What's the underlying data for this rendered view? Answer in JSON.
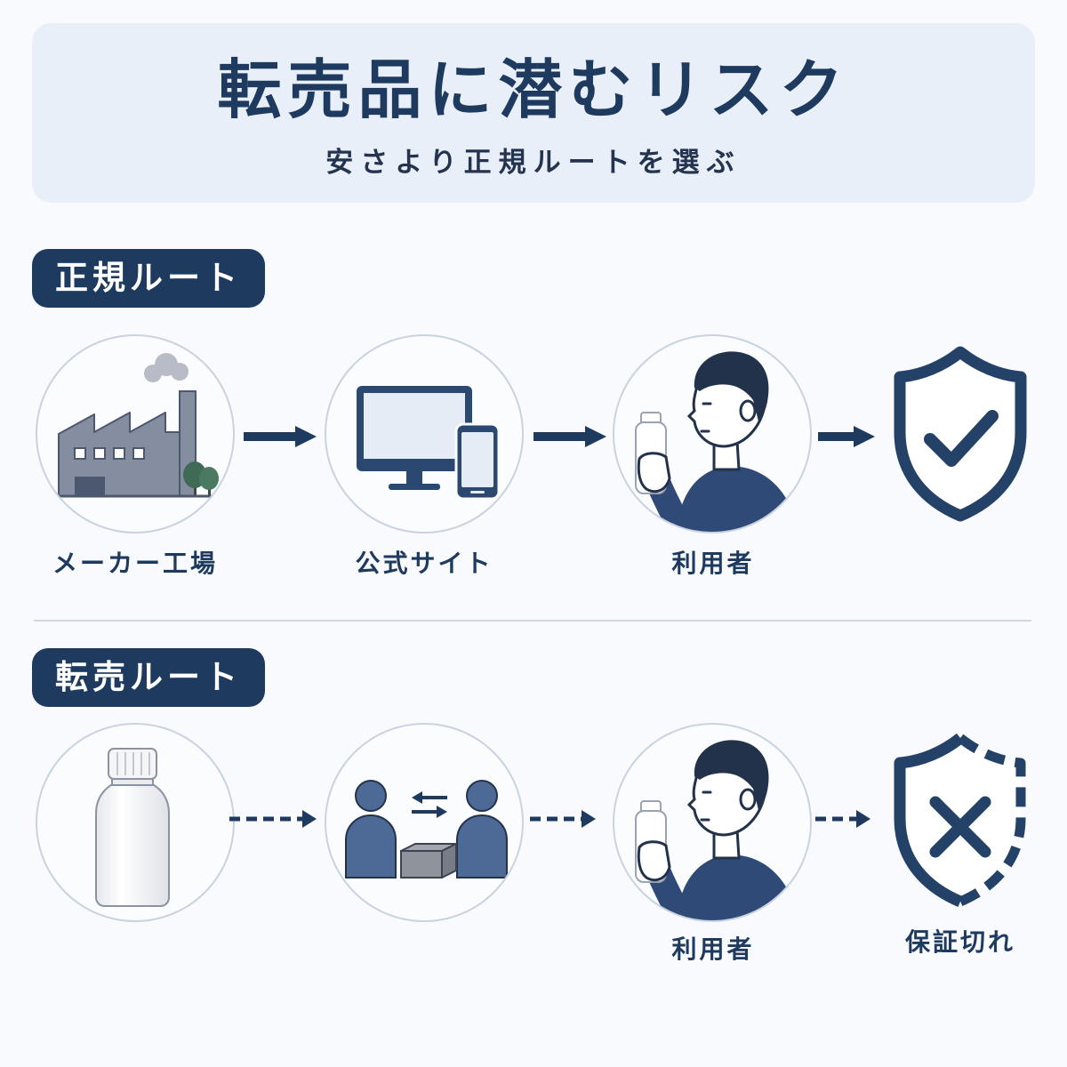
{
  "header": {
    "title": "転売品に潜むリスク",
    "subtitle": "安さより正規ルートを選ぶ"
  },
  "official_route": {
    "label": "正規ルート",
    "connector": "solid-arrow",
    "steps": [
      {
        "icon": "factory-icon",
        "label": "メーカー工場"
      },
      {
        "icon": "computer-and-phone-icon",
        "label": "公式サイト"
      },
      {
        "icon": "person-holding-bottle-icon",
        "label": "利用者"
      },
      {
        "icon": "shield-check-icon"
      }
    ]
  },
  "resale_route": {
    "label": "転売ルート",
    "connector": "dashed-arrow",
    "steps": [
      {
        "icon": "bottle-icon"
      },
      {
        "icon": "people-exchange-box-icon"
      },
      {
        "icon": "person-holding-bottle-icon",
        "label": "利用者"
      },
      {
        "icon": "dashed-shield-x-icon",
        "label": "保証切れ"
      }
    ]
  },
  "colors": {
    "navy": "#1f3a5f",
    "header_bg": "#e9eff8",
    "circle_border": "#c9d3e0",
    "factory_grey": "#858ea0",
    "people_blue": "#4d6a97",
    "sweater": "#2f4a76"
  }
}
